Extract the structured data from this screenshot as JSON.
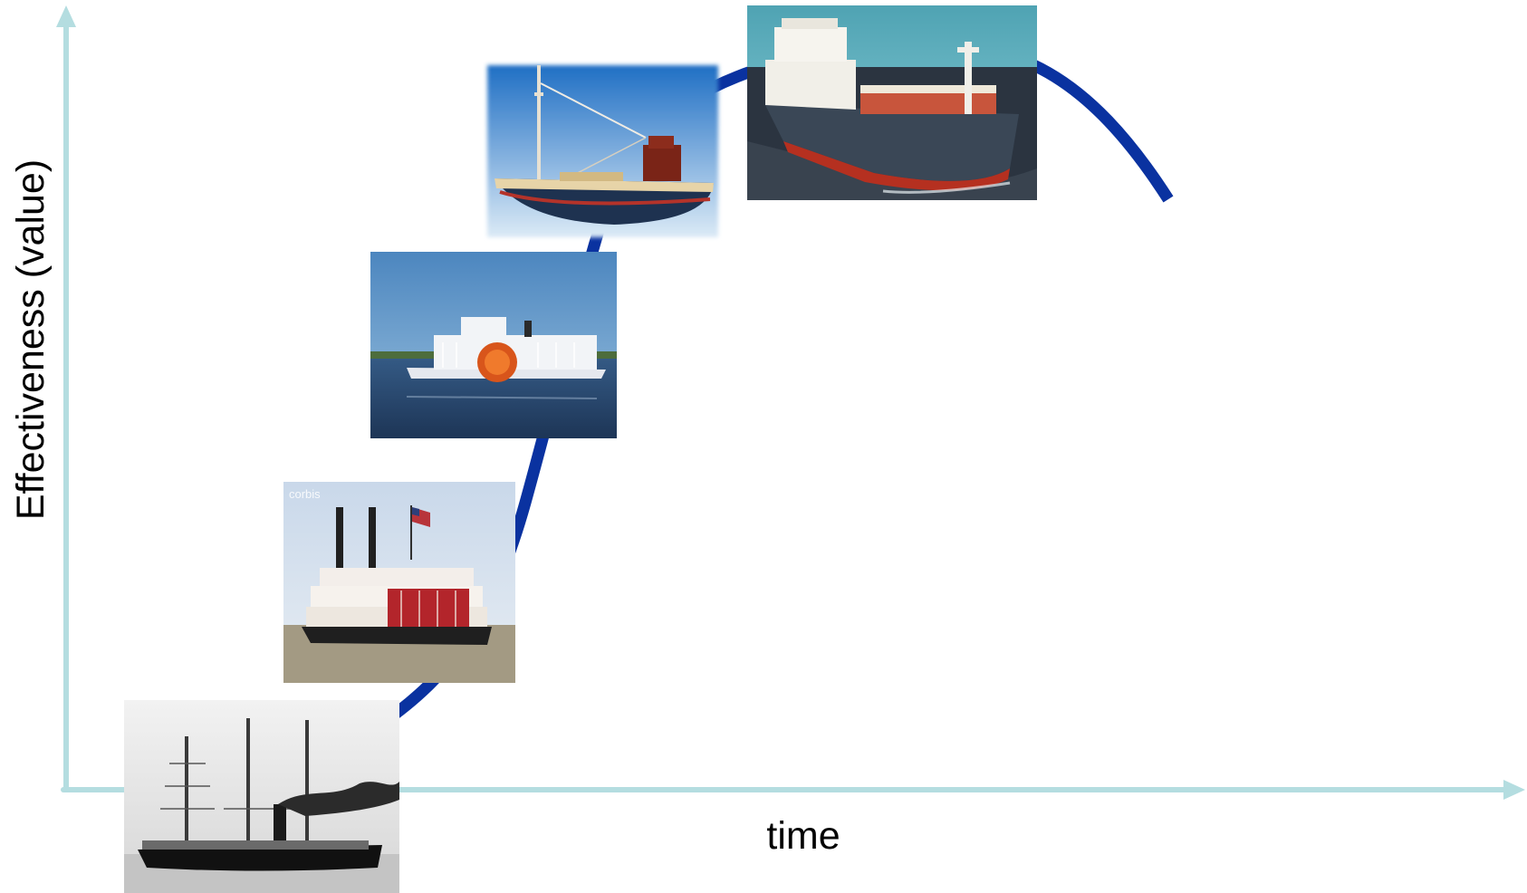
{
  "diagram": {
    "x_axis_label": "time",
    "y_axis_label": "Effectiveness (value)",
    "colors": {
      "axis": "#b4dde0",
      "curve": "#0a32a0",
      "background": "#ffffff"
    },
    "photos": [
      {
        "icon": "steamship-sail-hybrid-photo",
        "style": "grayscale"
      },
      {
        "icon": "mississippi-sternwheeler-photo",
        "style": "color",
        "watermark": "corbis"
      },
      {
        "icon": "paddle-wheel-riverboat-photo",
        "style": "color"
      },
      {
        "icon": "wooden-fishing-trawler-photo",
        "style": "color"
      },
      {
        "icon": "container-cargo-ship-photo",
        "style": "color"
      }
    ]
  }
}
